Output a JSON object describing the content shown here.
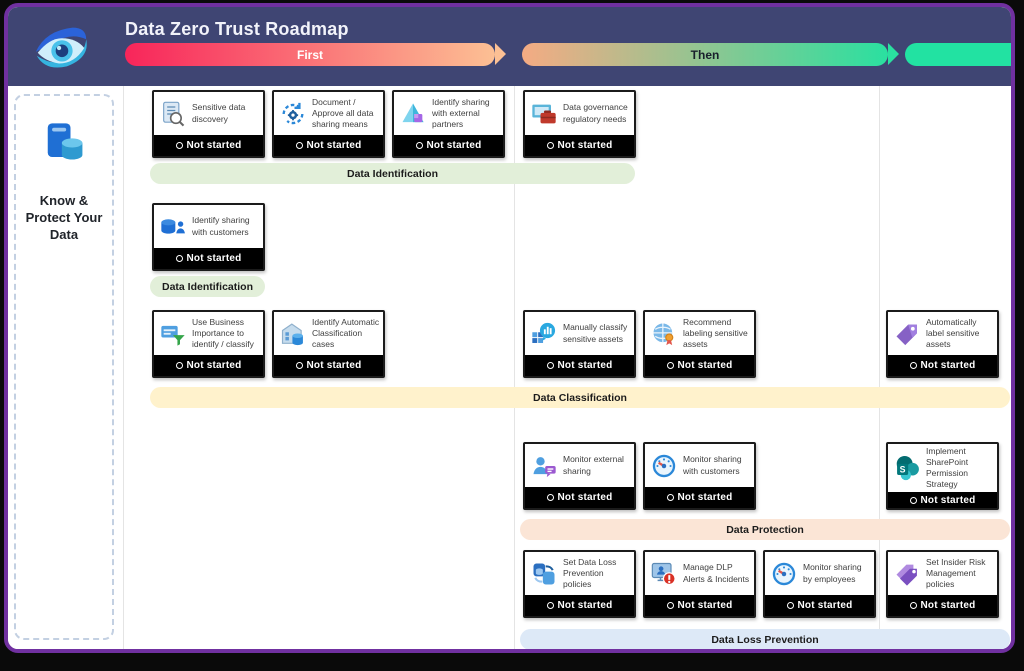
{
  "header": {
    "title": "Data Zero Trust Roadmap",
    "logo": "eye-logo",
    "phases": [
      {
        "label": "First"
      },
      {
        "label": "Then"
      },
      {
        "label": ""
      }
    ]
  },
  "sidebar": {
    "label": "Know & Protect Your Data",
    "icon": "device-database-icon"
  },
  "bands": [
    {
      "label": "Data Identification",
      "color": "#e2efd9"
    },
    {
      "label": "Data Identification",
      "color": "#e2efd9"
    },
    {
      "label": "Data Classification",
      "color": "#fff2cc"
    },
    {
      "label": "Data Protection",
      "color": "#fbe5d6"
    },
    {
      "label": "Data Loss Prevention",
      "color": "#dde9f7"
    }
  ],
  "cards": [
    {
      "title": "Sensitive data discovery",
      "status": "Not started",
      "icon": "clipboard-magnifier-icon"
    },
    {
      "title": "Document / Approve all data sharing means",
      "status": "Not started",
      "icon": "sync-gear-icon"
    },
    {
      "title": "Identify sharing with external partners",
      "status": "Not started",
      "icon": "pyramid-cube-icon"
    },
    {
      "title": "Data governance regulatory needs",
      "status": "Not started",
      "icon": "monitor-briefcase-icon"
    },
    {
      "title": "Identify sharing with customers",
      "status": "Not started",
      "icon": "database-person-icon"
    },
    {
      "title": "Use Business Importance to identify / classify",
      "status": "Not started",
      "icon": "card-funnel-icon"
    },
    {
      "title": "Identify Automatic Classification cases",
      "status": "Not started",
      "icon": "building-database-icon"
    },
    {
      "title": "Manually classify sensitive assets",
      "status": "Not started",
      "icon": "grid-chart-bubble-icon"
    },
    {
      "title": "Recommend labeling sensitive assets",
      "status": "Not started",
      "icon": "globe-ribbon-icon"
    },
    {
      "title": "Automatically label sensitive assets",
      "status": "Not started",
      "icon": "purple-tag-icon"
    },
    {
      "title": "Monitor external sharing",
      "status": "Not started",
      "icon": "person-chat-icon"
    },
    {
      "title": "Monitor sharing with customers",
      "status": "Not started",
      "icon": "gauge-icon"
    },
    {
      "title": "Implement SharePoint Permission Strategy",
      "status": "Not started",
      "icon": "sharepoint-icon"
    },
    {
      "title": "Set Data Loss Prevention policies",
      "status": "Not started",
      "icon": "documents-sync-icon"
    },
    {
      "title": "Manage DLP Alerts & Incidents",
      "status": "Not started",
      "icon": "monitor-alert-icon"
    },
    {
      "title": "Monitor sharing by employees",
      "status": "Not started",
      "icon": "gauge-icon"
    },
    {
      "title": "Set Insider Risk Management policies",
      "status": "Not started",
      "icon": "double-tag-icon"
    }
  ],
  "colors": {
    "header_bg": "#3f4573",
    "window_border": "#7030a0",
    "phase_first_start": "#f8255a",
    "phase_first_end": "#fcc094",
    "phase_then_start": "#f5ab83",
    "phase_then_end": "#2ae0a0",
    "phase_third": "#22e2a2",
    "status_bar_bg": "#000000",
    "band_green": "#e2efd9",
    "band_yellow": "#fff2cc",
    "band_peach": "#fbe5d6",
    "band_blue": "#dde9f7"
  }
}
